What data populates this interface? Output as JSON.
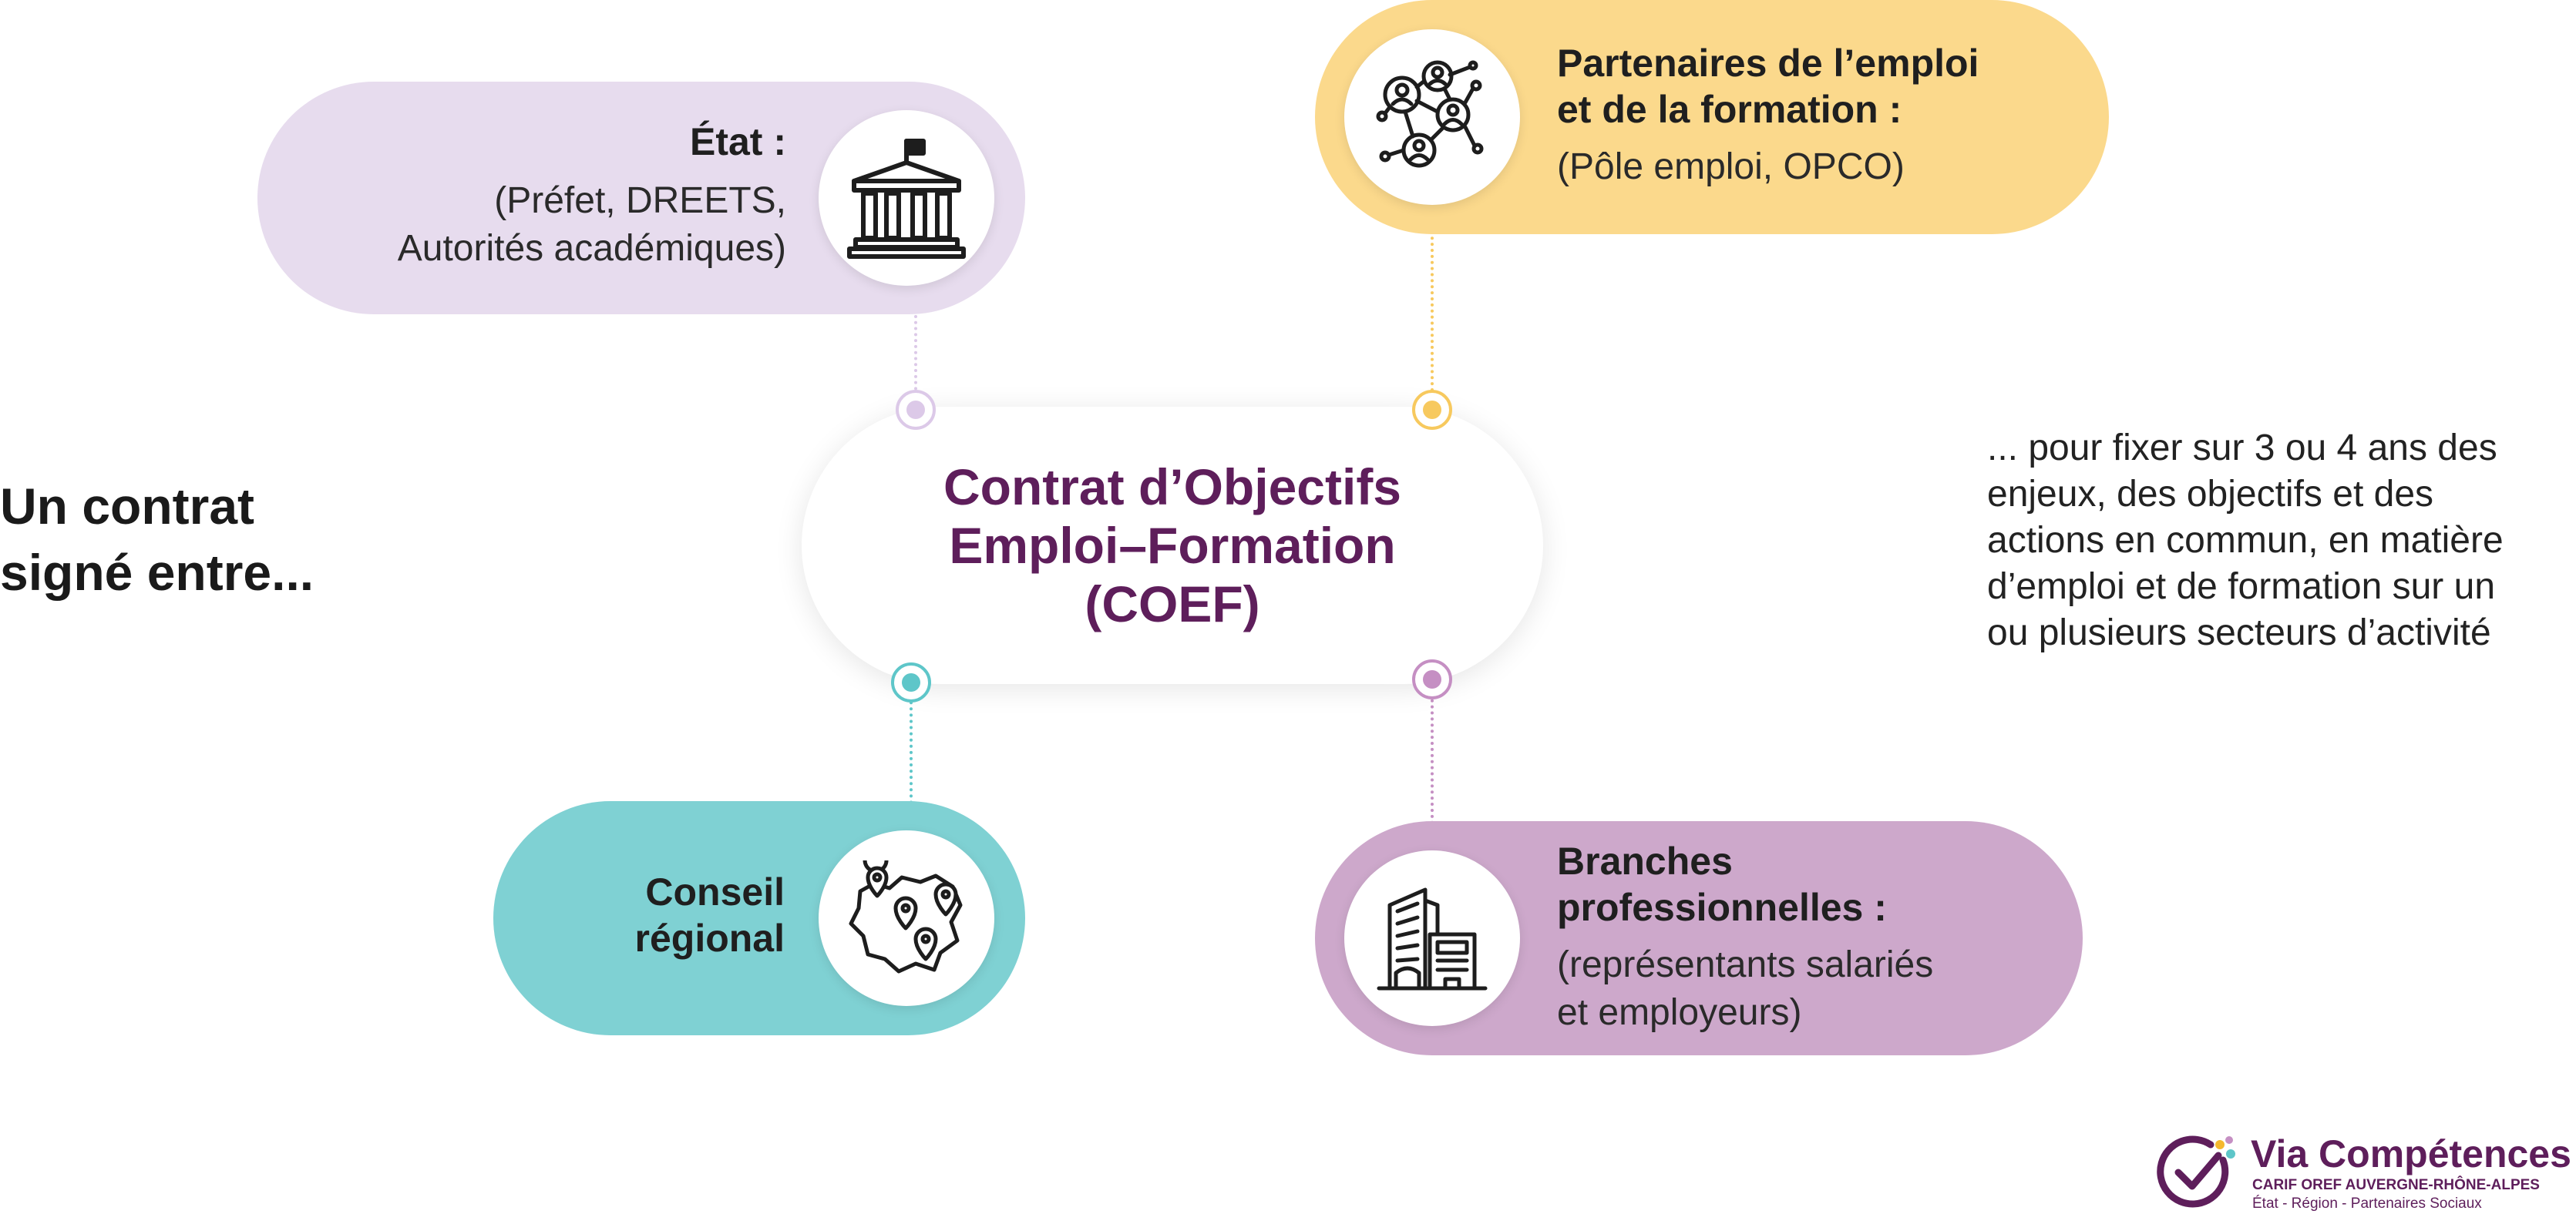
{
  "intro": {
    "line1": "Un contrat",
    "line2": "signé entre..."
  },
  "center": {
    "line1": "Contrat d’Objectifs",
    "line2": "Emploi–Formation",
    "line3": "(COEF)"
  },
  "purpose": {
    "line1": "... pour fixer sur 3 ou 4 ans des",
    "line2": "enjeux, des objectifs et des",
    "line3": "actions en commun, en matière",
    "line4": "d’emploi et de formation sur un",
    "line5": "ou plusieurs secteurs d’activité"
  },
  "parties": {
    "etat": {
      "title": "État :",
      "desc1": "(Préfet, DREETS,",
      "desc2": "Autorités académiques)",
      "icon": "government-building-icon",
      "color": "#e7dcee",
      "node_color": "#dcc9e8"
    },
    "partenaires": {
      "title1": "Partenaires de l’emploi",
      "title2": "et de la formation :",
      "desc1": "(Pôle emploi, OPCO)",
      "icon": "network-people-icon",
      "color": "#fbd98c",
      "node_color": "#f7c95e"
    },
    "conseil": {
      "title1": "Conseil",
      "title2": "régional",
      "icon": "region-map-pins-icon",
      "color": "#7fd1d3",
      "node_color": "#5ec6c9"
    },
    "branches": {
      "title1": "Branches",
      "title2": "professionnelles :",
      "desc1": "(représentants salariés",
      "desc2": "et employeurs)",
      "icon": "office-buildings-icon",
      "color": "#cda8cb",
      "node_color": "#c58fc3"
    }
  },
  "logo": {
    "name": "Via Compétences",
    "line1": "CARIF OREF AUVERGNE-RHÔNE-ALPES",
    "line2": "État - Région - Partenaires Sociaux",
    "icon": "via-competences-check-icon"
  }
}
